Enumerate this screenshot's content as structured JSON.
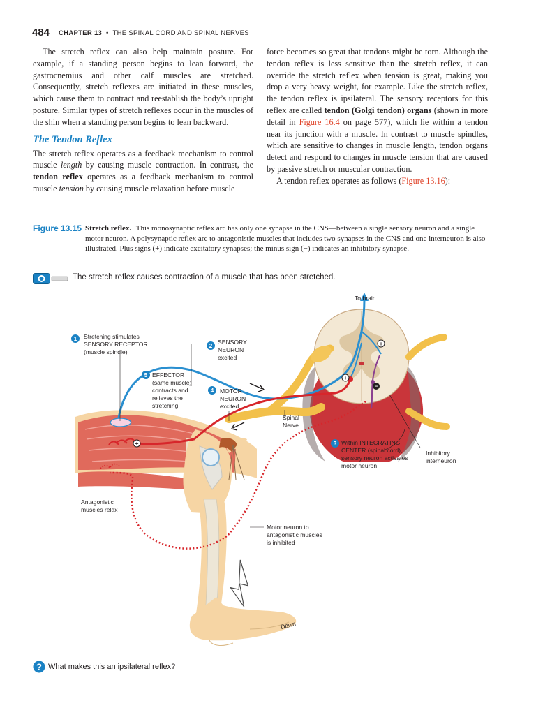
{
  "header": {
    "page_number": "484",
    "chapter_label": "CHAPTER 13",
    "bullet": "•",
    "chapter_title": "THE SPINAL CORD AND SPINAL NERVES"
  },
  "left_column": {
    "p1": "The stretch reflex can also help maintain posture. For example, if a standing person begins to lean forward, the gastrocnemius and other calf muscles are stretched. Consequently, stretch reflexes are initiated in these muscles, which cause them to contract and reestablish the body’s upright posture. Similar types of stretch reflexes occur in the muscles of the shin when a standing person begins to lean backward.",
    "section_heading": "The Tendon Reflex",
    "p2_a": "The stretch reflex operates as a feedback mechanism to control muscle ",
    "p2_length": "length",
    "p2_b": " by causing muscle contraction. In contrast, the ",
    "p2_tendon_reflex": "tendon reflex",
    "p2_c": " operates as a feedback mechanism to control muscle ",
    "p2_tension": "tension",
    "p2_d": " by causing muscle relaxation before muscle"
  },
  "right_column": {
    "p1_a": "force becomes so great that tendons might be torn. Although the tendon reflex is less sensitive than the stretch reflex, it can override the stretch reflex when tension is great, making you drop a very heavy weight, for example. Like the stretch reflex, the tendon reflex is ipsilateral. The sensory receptors for this reflex are called ",
    "p1_bold": "tendon (Golgi tendon) organs",
    "p1_b": " (shown in more detail in ",
    "p1_link": "Figure 16.4",
    "p1_c": " on page 577), which lie within a tendon near its junction with a muscle. In contrast to muscle spindles, which are sensitive to changes in muscle length, tendon organs detect and respond to changes in muscle tension that are caused by passive stretch or muscular contraction.",
    "p2_a": "A tendon reflex operates as follows (",
    "p2_link": "Figure 13.16",
    "p2_b": "):"
  },
  "figure": {
    "number": "Figure 13.15",
    "title": "Stretch reflex.",
    "caption": "This monosynaptic reflex arc has only one synapse in the CNS—between a single sensory neuron and a single motor neuron. A polysynaptic reflex arc to antagonistic muscles that includes two synapses in the CNS and one interneuron is also illustrated. Plus signs (+) indicate excitatory synapses; the minus sign (−) indicates an inhibitory synapse.",
    "media_caption": "The stretch reflex causes contraction of a muscle that has been stretched.",
    "labels": {
      "to_brain": "To brain",
      "step1_num": "1",
      "step1_l1": "Stretching stimulates",
      "step1_l2": "SENSORY RECEPTOR",
      "step1_l3": "(muscle spindle)",
      "step2_num": "2",
      "step2_l1": "SENSORY",
      "step2_l2": "NEURON",
      "step2_l3": "excited",
      "step3_num": "3",
      "step3_l1": "Within INTEGRATING",
      "step3_l2": "CENTER (spinal cord),",
      "step3_l3": "sensory neuron activates",
      "step3_l4": "motor neuron",
      "step4_num": "4",
      "step4_l1": "MOTOR",
      "step4_l2": "NEURON",
      "step4_l3": "excited",
      "step5_num": "5",
      "step5_l1": "EFFECTOR",
      "step5_l2": "(same muscle)",
      "step5_l3": "contracts and",
      "step5_l4": "relieves the",
      "step5_l5": "stretching",
      "spinal_l1": "Spinal",
      "spinal_l2": "Nerve",
      "inhib_l1": "Inhibitory",
      "inhib_l2": "interneuron",
      "antag_l1": "Antagonistic",
      "antag_l2": "muscles relax",
      "motor_antag_l1": "Motor neuron to",
      "motor_antag_l2": "antagonistic muscles",
      "motor_antag_l3": "is inhibited",
      "plus": "+",
      "minus": "−",
      "signature": "Dawn"
    }
  },
  "question": {
    "icon_glyph": "?",
    "text": "What makes this an ipsilateral reflex?"
  },
  "colors": {
    "accent_blue": "#1a82c4",
    "link_red": "#e0452b",
    "sensory_blue": "#2a8fd0",
    "motor_red": "#d7262b",
    "muscle_red": "#e06a5c",
    "skin": "#f6d5a4",
    "nerve_yellow": "#f2c04a",
    "cord_gray": "#d9c6a4"
  }
}
